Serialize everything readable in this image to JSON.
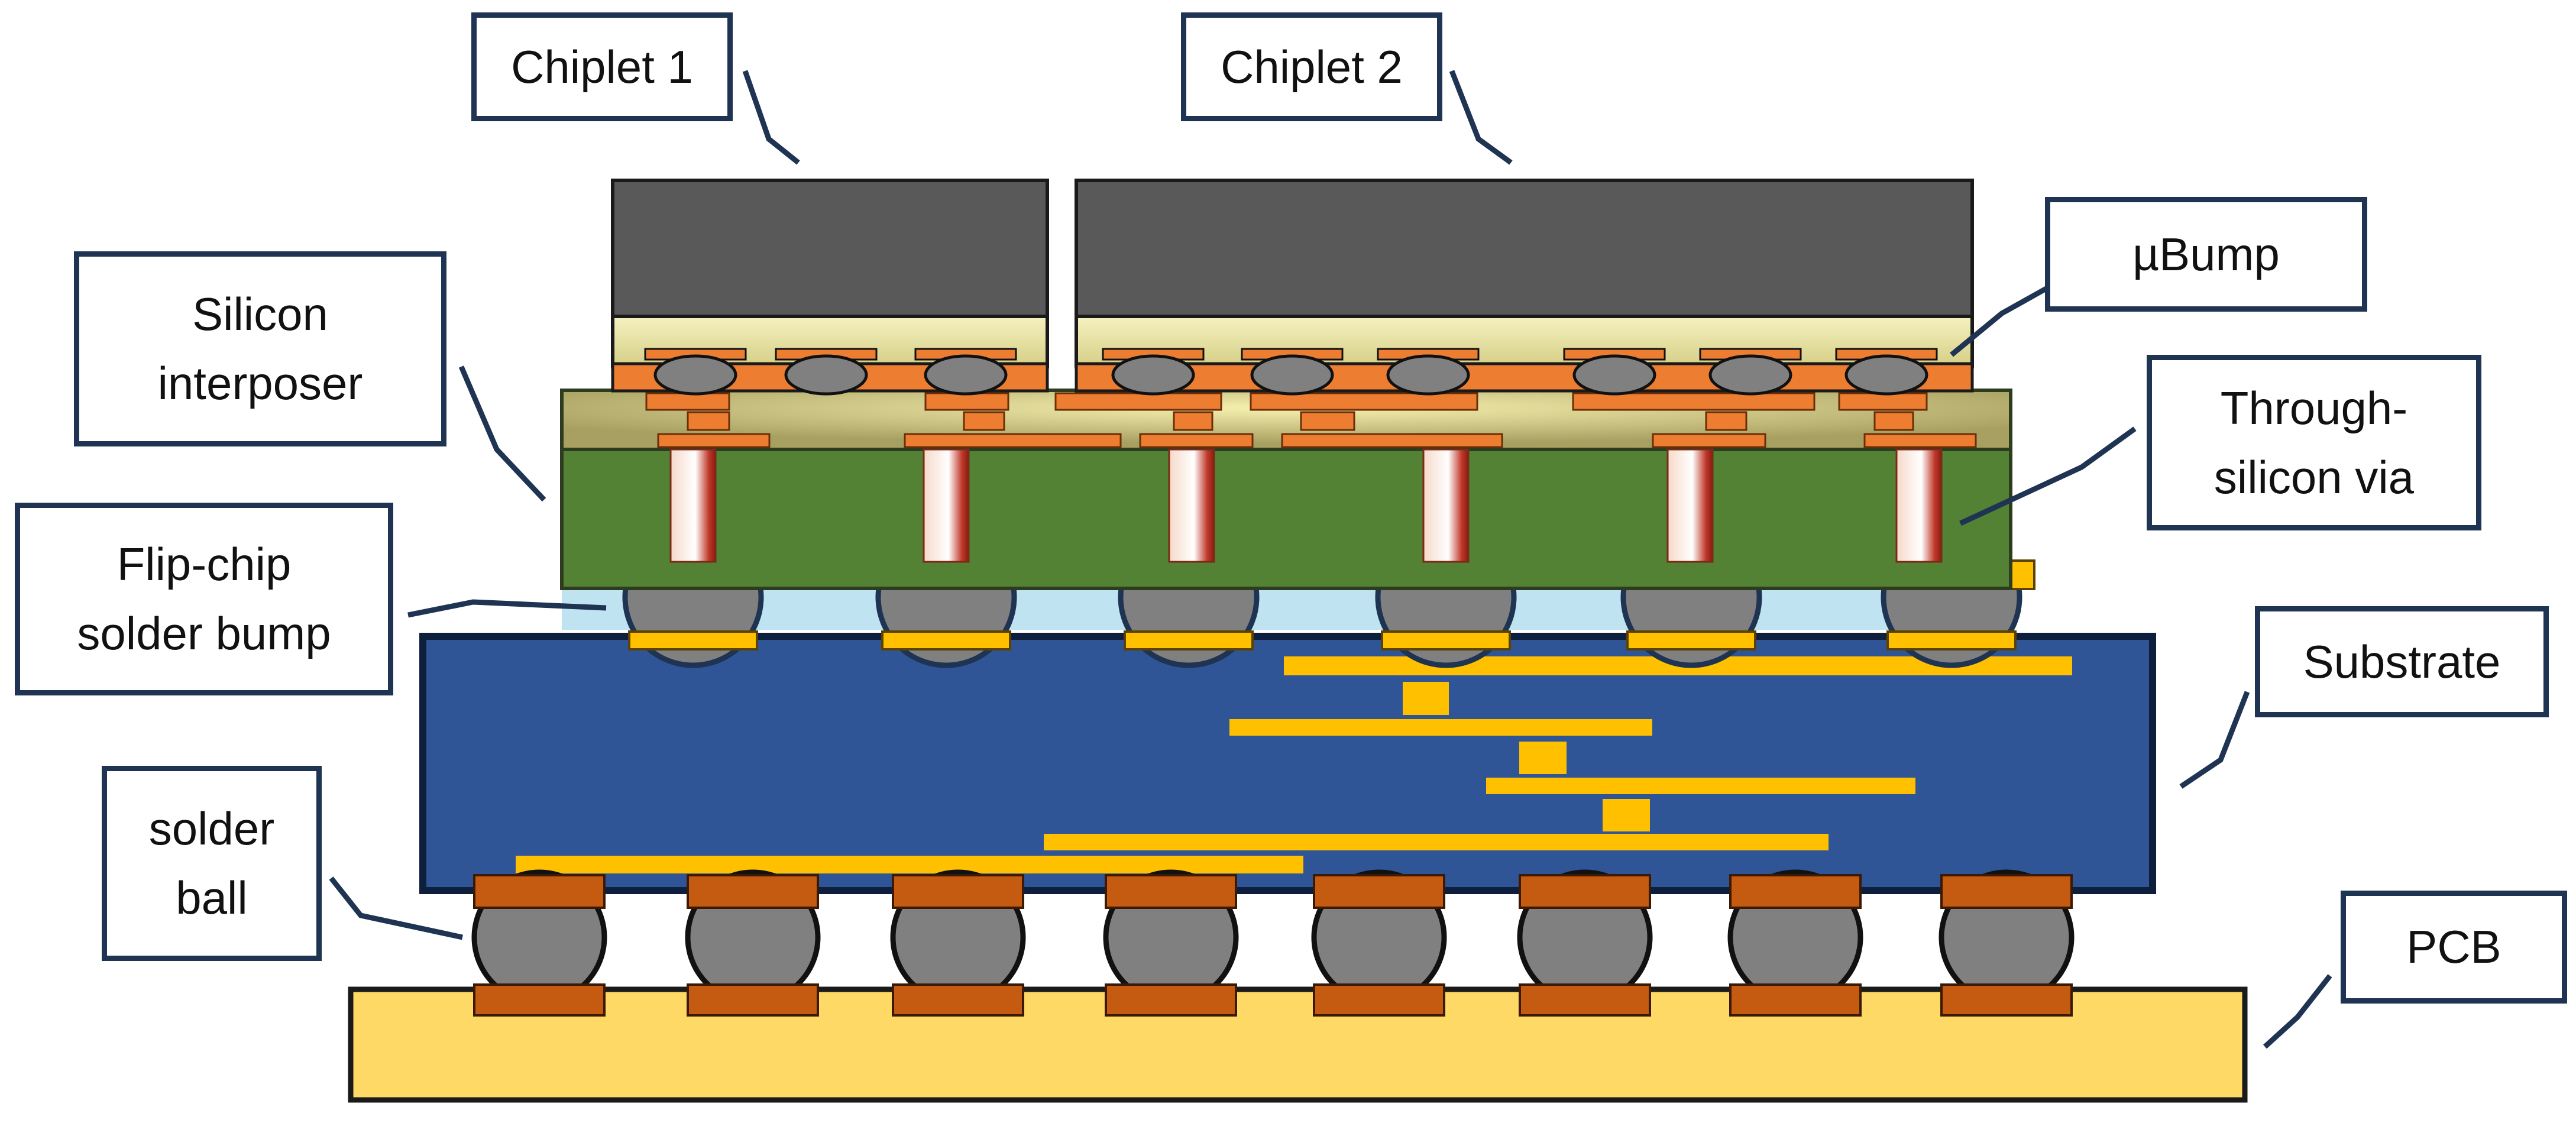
{
  "labels": {
    "chiplet1": "Chiplet 1",
    "chiplet2": "Chiplet 2",
    "silicon_interposer": "Silicon\ninterposer",
    "ubump": "µBump",
    "through_silicon_via": "Through-\nsilicon via",
    "flip_chip": "Flip-chip\nsolder bump",
    "substrate": "Substrate",
    "solder_ball": "solder\nball",
    "pcb": "PCB"
  },
  "colors": {
    "chiplet": "#595959",
    "chiplet_base": "#ede9a8",
    "redistribution": "#ed7d31",
    "interposer_top": "#c9c27a",
    "interposer": "#548235",
    "underfill": "#bfe3f0",
    "pad_gold": "#ffc000",
    "substrate": "#2f5597",
    "solder": "#808080",
    "copper_pad": "#c55a11",
    "pcb": "#ffd966",
    "callout": "#1f3352"
  }
}
